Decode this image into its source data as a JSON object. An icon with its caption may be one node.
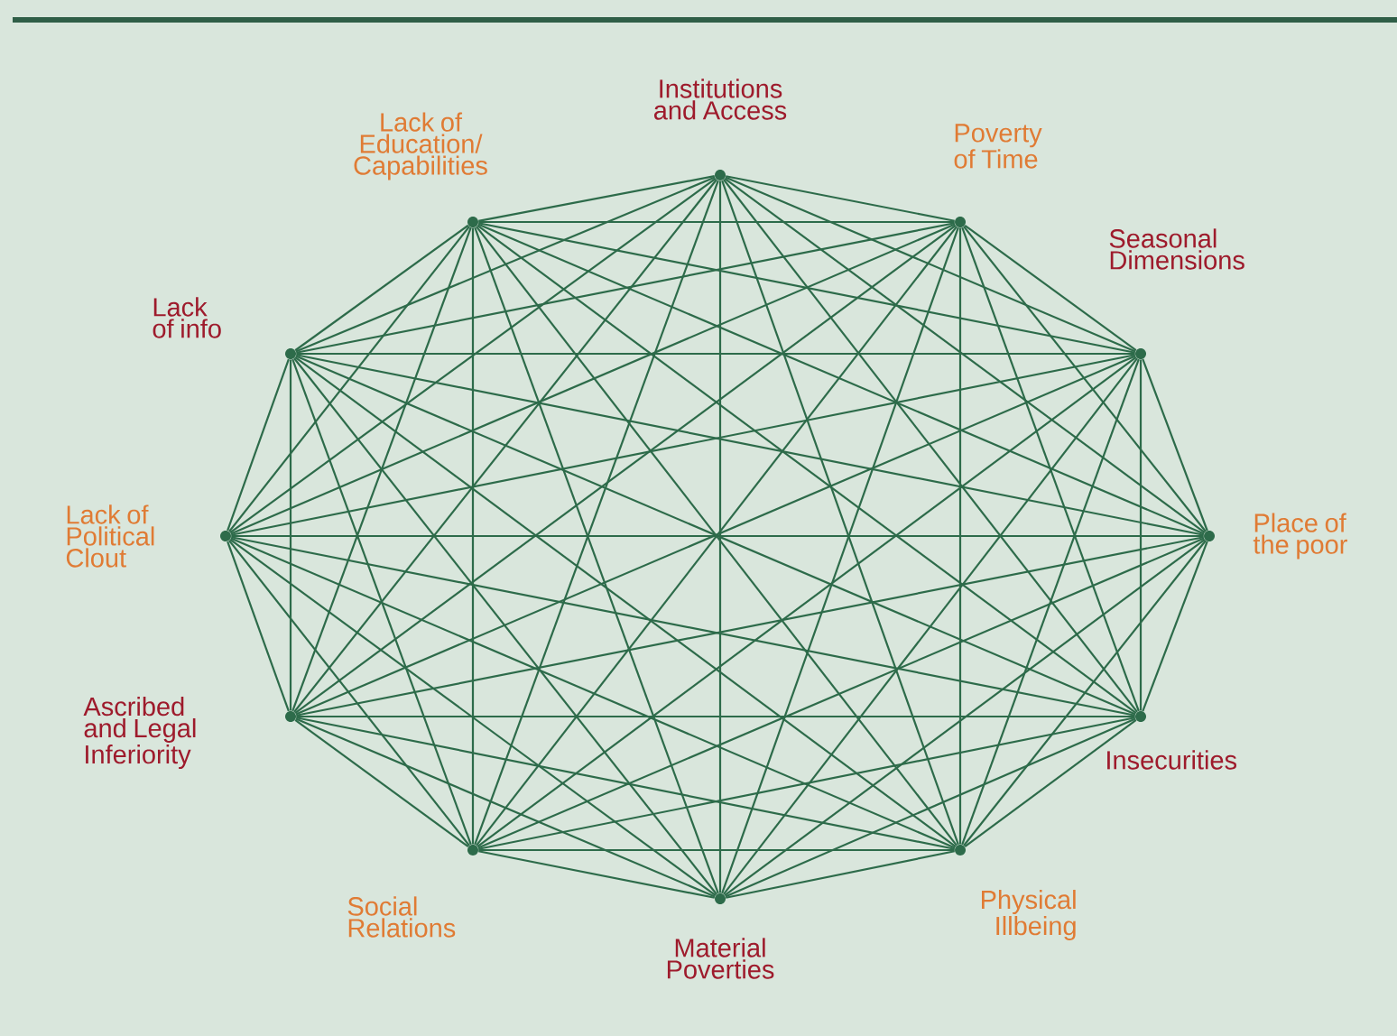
{
  "diagram": {
    "nodes": [
      {
        "text": [
          "Institutions and Access"
        ]
      },
      {
        "text": [
          "Poverty of Time"
        ]
      },
      {
        "text": [
          "Seasonal Dimensions"
        ]
      },
      {
        "text": [
          "Place of the poor"
        ]
      },
      {
        "text": [
          "Insecurities"
        ]
      },
      {
        "text": [
          "Physical Illbeing"
        ]
      },
      {
        "text": [
          "Material Poverties"
        ]
      },
      {
        "text": [
          "Social Relations"
        ]
      },
      {
        "text": [
          "Ascribed and Legal Inferiority"
        ]
      },
      {
        "text": [
          "Lack of Political Clout"
        ]
      },
      {
        "text": [
          "Lack of info"
        ]
      },
      {
        "text": [
          "Lack of Education/ Capabilities"
        ]
      }
    ],
    "edges": [
      {
        "from": 0,
        "to": 1,
        "arrow": "none"
      },
      {
        "from": 0,
        "to": 2,
        "arrow": "none"
      },
      {
        "from": 0,
        "to": 3,
        "arrow": "none"
      },
      {
        "from": 0,
        "to": 4,
        "arrow": "none"
      },
      {
        "from": 0,
        "to": 5,
        "arrow": "none"
      },
      {
        "from": 0,
        "to": 6,
        "arrow": "none"
      },
      {
        "from": 0,
        "to": 7,
        "arrow": "none"
      },
      {
        "from": 0,
        "to": 8,
        "arrow": "none"
      },
      {
        "from": 0,
        "to": 9,
        "arrow": "none"
      },
      {
        "from": 0,
        "to": 10,
        "arrow": "none"
      },
      {
        "from": 0,
        "to": 11,
        "arrow": "none"
      },
      {
        "from": 1,
        "to": 2,
        "arrow": "none"
      },
      {
        "from": 1,
        "to": 3,
        "arrow": "none"
      },
      {
        "from": 1,
        "to": 4,
        "arrow": "none"
      },
      {
        "from": 1,
        "to": 5,
        "arrow": "none"
      },
      {
        "from": 1,
        "to": 6,
        "arrow": "none"
      },
      {
        "from": 1,
        "to": 7,
        "arrow": "none"
      },
      {
        "from": 1,
        "to": 8,
        "arrow": "none"
      },
      {
        "from": 1,
        "to": 9,
        "arrow": "none"
      },
      {
        "from": 1,
        "to": 10,
        "arrow": "none"
      },
      {
        "from": 1,
        "to": 11,
        "arrow": "none"
      },
      {
        "from": 2,
        "to": 3,
        "arrow": "none"
      },
      {
        "from": 2,
        "to": 4,
        "arrow": "none"
      },
      {
        "from": 2,
        "to": 5,
        "arrow": "none"
      },
      {
        "from": 2,
        "to": 6,
        "arrow": "none"
      },
      {
        "from": 2,
        "to": 7,
        "arrow": "none"
      },
      {
        "from": 2,
        "to": 8,
        "arrow": "none"
      },
      {
        "from": 2,
        "to": 9,
        "arrow": "none"
      },
      {
        "from": 2,
        "to": 10,
        "arrow": "none"
      },
      {
        "from": 2,
        "to": 11,
        "arrow": "none"
      },
      {
        "from": 3,
        "to": 4,
        "arrow": "none"
      },
      {
        "from": 3,
        "to": 5,
        "arrow": "none"
      },
      {
        "from": 3,
        "to": 6,
        "arrow": "none"
      },
      {
        "from": 3,
        "to": 7,
        "arrow": "none"
      },
      {
        "from": 3,
        "to": 8,
        "arrow": "none"
      },
      {
        "from": 3,
        "to": 9,
        "arrow": "none"
      },
      {
        "from": 3,
        "to": 10,
        "arrow": "none"
      },
      {
        "from": 3,
        "to": 11,
        "arrow": "none"
      },
      {
        "from": 4,
        "to": 5,
        "arrow": "none"
      },
      {
        "from": 4,
        "to": 6,
        "arrow": "none"
      },
      {
        "from": 4,
        "to": 7,
        "arrow": "none"
      },
      {
        "from": 4,
        "to": 8,
        "arrow": "none"
      },
      {
        "from": 4,
        "to": 9,
        "arrow": "none"
      },
      {
        "from": 4,
        "to": 10,
        "arrow": "none"
      },
      {
        "from": 4,
        "to": 11,
        "arrow": "none"
      },
      {
        "from": 5,
        "to": 6,
        "arrow": "none"
      },
      {
        "from": 5,
        "to": 7,
        "arrow": "none"
      },
      {
        "from": 5,
        "to": 8,
        "arrow": "none"
      },
      {
        "from": 5,
        "to": 9,
        "arrow": "none"
      },
      {
        "from": 5,
        "to": 10,
        "arrow": "none"
      },
      {
        "from": 5,
        "to": 11,
        "arrow": "none"
      },
      {
        "from": 6,
        "to": 7,
        "arrow": "none"
      },
      {
        "from": 6,
        "to": 8,
        "arrow": "none"
      },
      {
        "from": 6,
        "to": 9,
        "arrow": "none"
      },
      {
        "from": 6,
        "to": 10,
        "arrow": "none"
      },
      {
        "from": 6,
        "to": 11,
        "arrow": "none"
      },
      {
        "from": 7,
        "to": 8,
        "arrow": "none"
      },
      {
        "from": 7,
        "to": 9,
        "arrow": "none"
      },
      {
        "from": 7,
        "to": 10,
        "arrow": "none"
      },
      {
        "from": 7,
        "to": 11,
        "arrow": "none"
      },
      {
        "from": 8,
        "to": 9,
        "arrow": "none"
      },
      {
        "from": 8,
        "to": 10,
        "arrow": "none"
      },
      {
        "from": 8,
        "to": 11,
        "arrow": "none"
      },
      {
        "from": 9,
        "to": 10,
        "arrow": "none"
      },
      {
        "from": 9,
        "to": 11,
        "arrow": "none"
      },
      {
        "from": 10,
        "to": 11,
        "arrow": "none"
      }
    ]
  }
}
